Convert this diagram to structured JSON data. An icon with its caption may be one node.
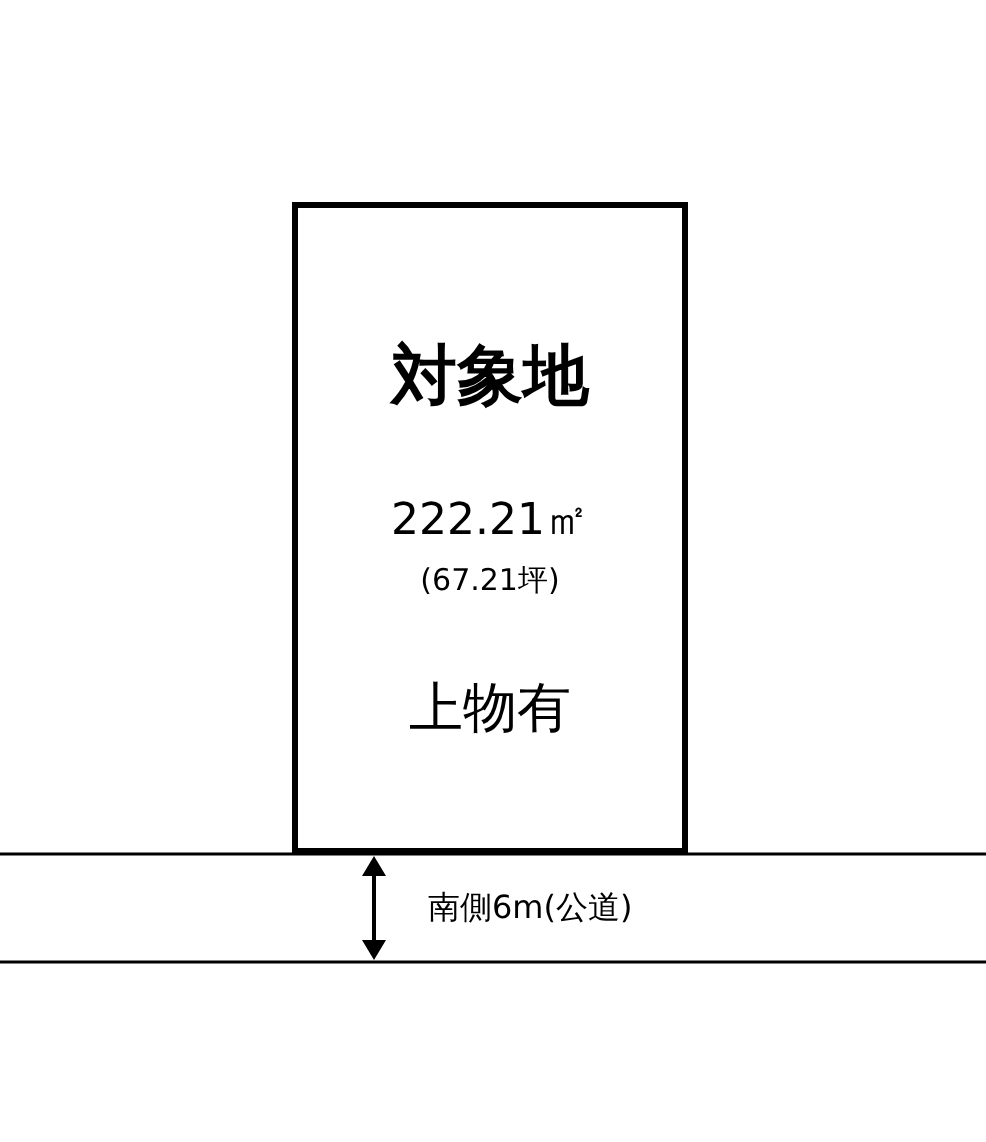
{
  "diagram": {
    "nodes": [
      {
        "text": [
          "対象地",
          "222.21㎡",
          "(67.21坪)",
          "上物有"
        ]
      }
    ],
    "edges": [],
    "labels": [
      "南側6m(公道)"
    ]
  }
}
